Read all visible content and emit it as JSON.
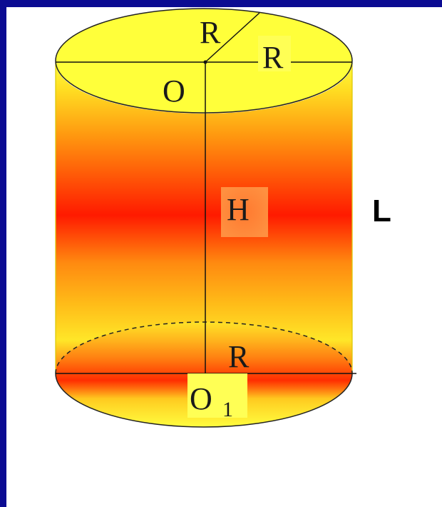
{
  "frame": {
    "color": "#0b0b92"
  },
  "diagram": {
    "top_radius_label_1": "R",
    "top_radius_label_2": "R",
    "top_center_label": "O",
    "height_label": "H",
    "bottom_radius_label": "R",
    "bottom_center_label": "O",
    "bottom_center_subscript": "1",
    "generator_label": "L",
    "colors": {
      "yellow": "#ffff33",
      "orange": "#ff9900",
      "red": "#ff1a00",
      "outline": "#222222"
    }
  }
}
